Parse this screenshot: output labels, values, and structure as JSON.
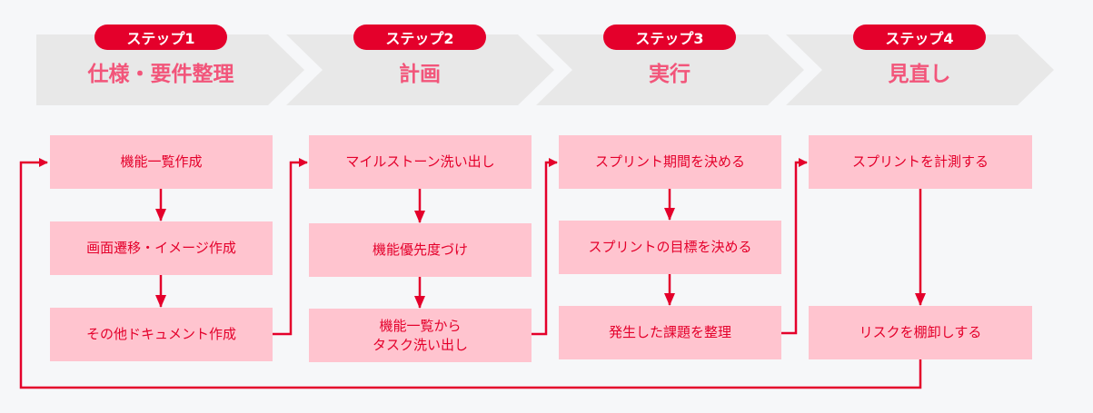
{
  "colors": {
    "accent": "#e4002b",
    "box_fill": "#ffc4cf",
    "phase_text": "#f2557a",
    "chevron": "#e8e8e8",
    "background": "#f6f7f9"
  },
  "steps": [
    {
      "badge": "ステップ1",
      "title": "仕様・要件整理",
      "tasks": [
        "機能一覧作成",
        "画面遷移・イメージ作成",
        "その他ドキュメント作成"
      ]
    },
    {
      "badge": "ステップ2",
      "title": "計画",
      "tasks": [
        "マイルストーン洗い出し",
        "機能優先度づけ",
        "機能一覧から\nタスク洗い出し"
      ]
    },
    {
      "badge": "ステップ3",
      "title": "実行",
      "tasks": [
        "スプリント期間を決める",
        "スプリントの目標を決める",
        "発生した課題を整理"
      ]
    },
    {
      "badge": "ステップ4",
      "title": "見直し",
      "tasks": [
        "スプリントを計測する",
        "リスクを棚卸しする"
      ]
    }
  ]
}
